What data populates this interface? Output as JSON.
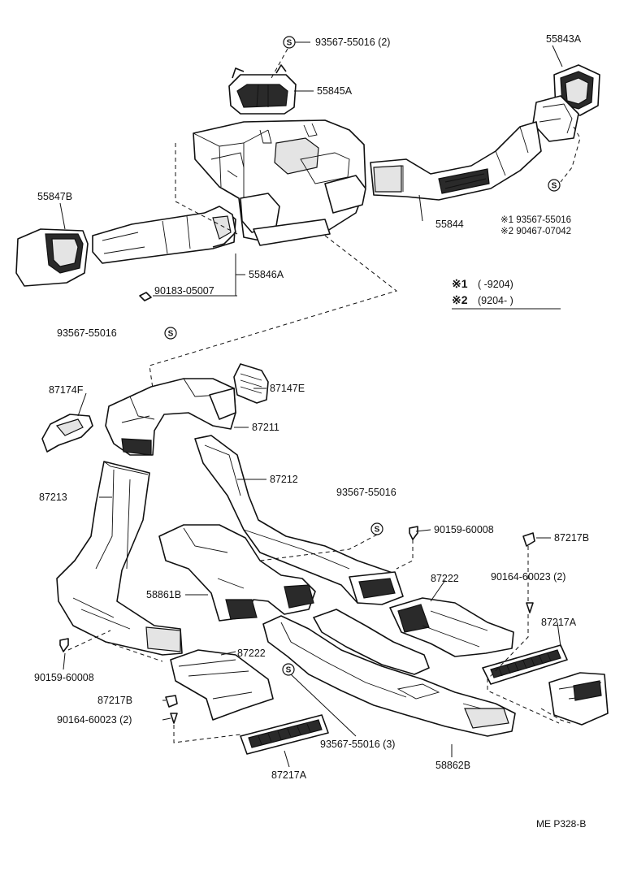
{
  "labels": {
    "p_93567_55016_2_top": "93567-55016 (2)",
    "p_55845A": "55845A",
    "p_55843A": "55843A",
    "p_55847B": "55847B",
    "p_55846A": "55846A",
    "p_90183_05007": "90183-05007",
    "p_93567_55016_left": "93567-55016",
    "p_55844": "55844",
    "p_note1": "※1 93567-55016",
    "p_note2": "※2 90467-07042",
    "p_87174F": "87174F",
    "p_87147E": "87147E",
    "p_87211": "87211",
    "p_87212": "87212",
    "p_87213": "87213",
    "p_93567_55016_mid": "93567-55016",
    "p_90159_60008_right": "90159-60008",
    "p_87217B_right": "87217B",
    "p_90164_60023_2_right": "90164-60023 (2)",
    "p_58861B": "58861B",
    "p_87222_right": "87222",
    "p_87217A_right": "87217A",
    "p_90159_60008_left": "90159-60008",
    "p_87222_left": "87222",
    "p_87217B_left": "87217B",
    "p_90164_60023_2_left": "90164-60023 (2)",
    "p_93567_55016_3": "93567-55016 (3)",
    "p_58862B": "58862B",
    "p_87217A_bottom": "87217A"
  },
  "legend": {
    "mark1": "※1",
    "range1": "(        -9204)",
    "mark2": "※2",
    "range2": "(9204-        )"
  },
  "symbol": "S",
  "page_ref": "ME  P328-B"
}
